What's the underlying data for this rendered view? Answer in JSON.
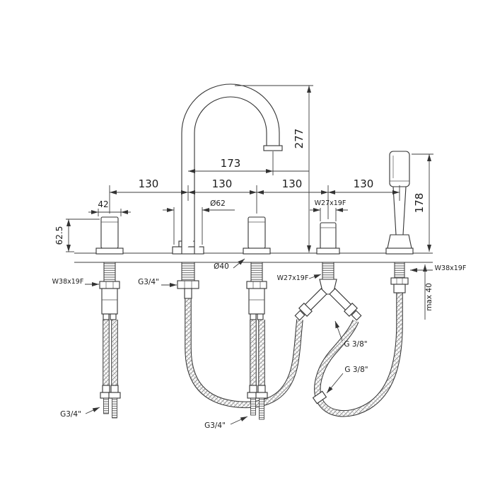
{
  "drawing": {
    "dims": {
      "spout_height": "277",
      "spout_reach": "173",
      "spacings": [
        "130",
        "130",
        "130",
        "130"
      ],
      "handle_width": "42",
      "handle_height": "62.5",
      "spout_base_diameter": "Ø62",
      "diverter_thread_top": "W27x19F",
      "handshower_height": "178",
      "trim_diameter": "Ø40",
      "diverter_thread_bottom": "W27x19F",
      "valve_thread_left": "W38x19F",
      "spout_connection": "G3/4\"",
      "handshower_thread": "W38x19F",
      "max_deck_thickness": "max 40",
      "diverter_outlet_thread": "G 3/8\"",
      "shower_hose_thread": "G 3/8\"",
      "supply_connection_left": "G3/4\"",
      "supply_connection_middle": "G3/4\""
    }
  }
}
